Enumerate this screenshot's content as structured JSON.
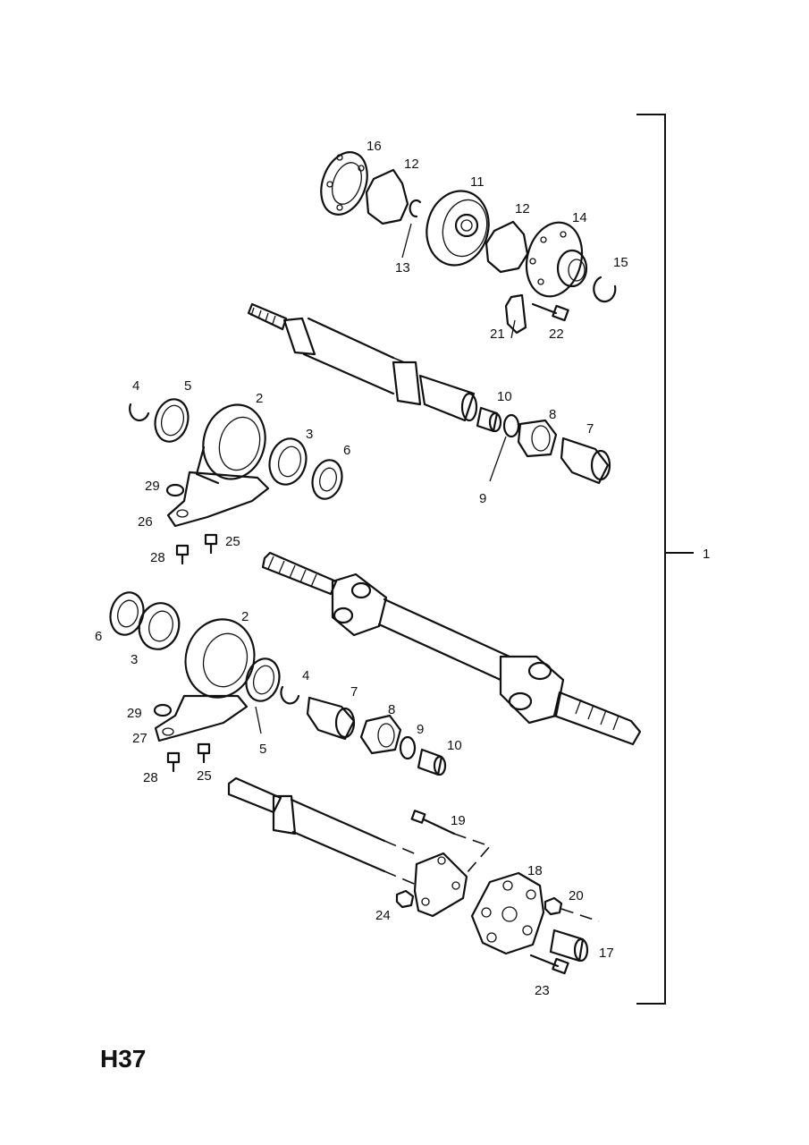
{
  "page_code": "H37",
  "assembly_label": "1",
  "callouts": {
    "c16": "16",
    "c12a": "12",
    "c11": "11",
    "c12b": "12",
    "c14": "14",
    "c15": "15",
    "c13": "13",
    "c21": "21",
    "c22": "22",
    "c4a": "4",
    "c5a": "5",
    "c2a": "2",
    "c3a": "3",
    "c6a": "6",
    "c10a": "10",
    "c8a": "8",
    "c7a": "7",
    "c9a": "9",
    "c29a": "29",
    "c26": "26",
    "c28a": "28",
    "c25a": "25",
    "c2b": "2",
    "c6b": "6",
    "c3b": "3",
    "c4b": "4",
    "c7b": "7",
    "c29b": "29",
    "c27": "27",
    "c8b": "8",
    "c9b": "9",
    "c10b": "10",
    "c5b": "5",
    "c28b": "28",
    "c25b": "25",
    "c19": "19",
    "c18": "18",
    "c20": "20",
    "c24": "24",
    "c17": "17",
    "c23": "23"
  }
}
